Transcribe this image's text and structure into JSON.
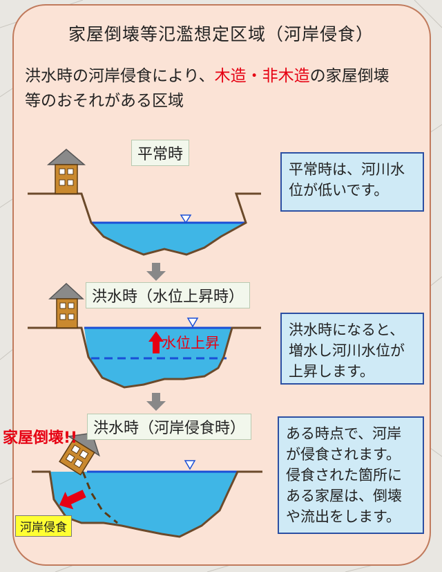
{
  "title": "家屋倒壊等氾濫想定区域（河岸侵食）",
  "intro": {
    "line1_prefix": "洪水時の河岸侵食により、",
    "line1_red": "木造・非木造",
    "line1_suffix": "の家屋倒壊",
    "line2": "等のおそれがある区域"
  },
  "stages": [
    {
      "label": "平常時",
      "note_lines": [
        "平常時は、河川水",
        "位が低いです。"
      ]
    },
    {
      "label": "洪水時（水位上昇時）",
      "note_lines": [
        "洪水時になると、",
        "増水し河川水位が",
        "上昇します。"
      ],
      "water_rise_label": "水位上昇"
    },
    {
      "label": "洪水時（河岸侵食時）",
      "note_lines": [
        "ある時点で、河岸",
        "が侵食されます。",
        "侵食された箇所に",
        "ある家屋は、倒壊",
        "や流出をします。"
      ],
      "collapse_label": "家屋倒壊!!",
      "erosion_label": "河岸侵食"
    }
  ],
  "colors": {
    "water": "#3fb6e6",
    "water_surface": "#1a4fd6",
    "ground_line": "#6b4a2b",
    "house_wall": "#c9892f",
    "roof": "#888888",
    "accent_red": "#e60012",
    "note_border": "#2b4fa3"
  }
}
